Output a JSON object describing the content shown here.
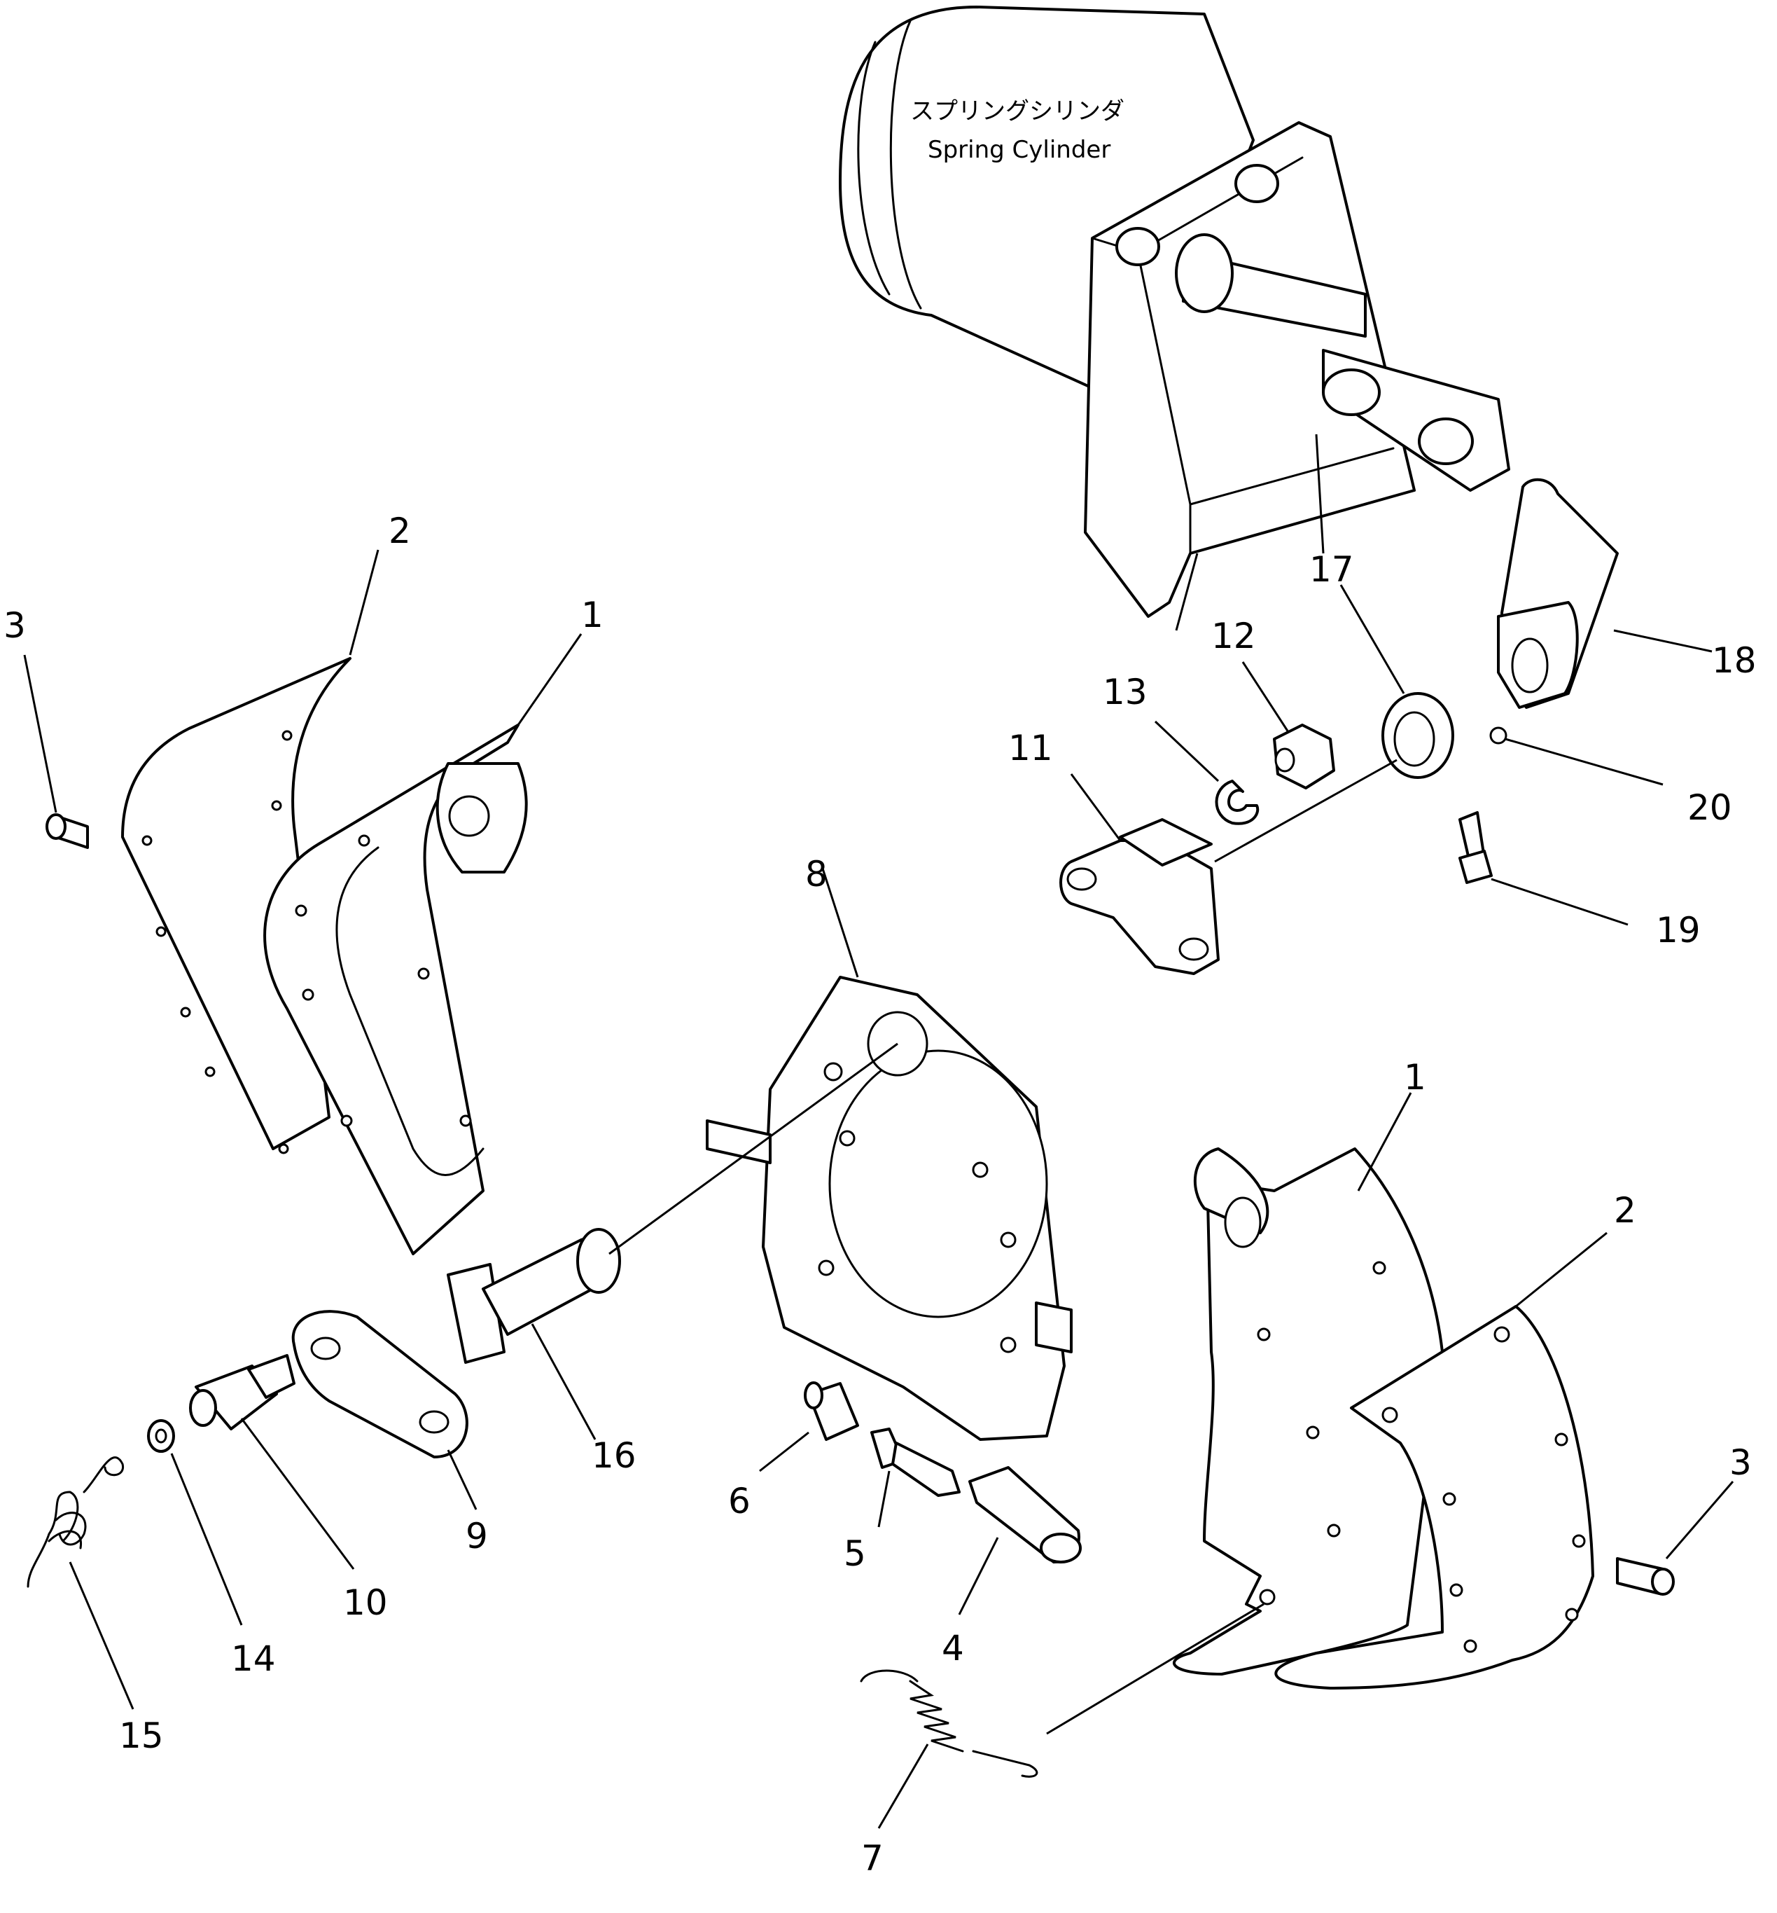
{
  "diagram": {
    "cylinder_label_jp": "スプリングシリンダ",
    "cylinder_label_en": "Spring Cylinder",
    "callouts": [
      {
        "id": "c1a",
        "label": "1"
      },
      {
        "id": "c2a",
        "label": "2"
      },
      {
        "id": "c3a",
        "label": "3"
      },
      {
        "id": "c1b",
        "label": "1"
      },
      {
        "id": "c2b",
        "label": "2"
      },
      {
        "id": "c3b",
        "label": "3"
      },
      {
        "id": "c4",
        "label": "4"
      },
      {
        "id": "c5",
        "label": "5"
      },
      {
        "id": "c6",
        "label": "6"
      },
      {
        "id": "c7",
        "label": "7"
      },
      {
        "id": "c8",
        "label": "8"
      },
      {
        "id": "c9",
        "label": "9"
      },
      {
        "id": "c10",
        "label": "10"
      },
      {
        "id": "c11",
        "label": "11"
      },
      {
        "id": "c12",
        "label": "12"
      },
      {
        "id": "c13",
        "label": "13"
      },
      {
        "id": "c14",
        "label": "14"
      },
      {
        "id": "c15",
        "label": "15"
      },
      {
        "id": "c16",
        "label": "16"
      },
      {
        "id": "c17",
        "label": "17"
      },
      {
        "id": "c18",
        "label": "18"
      },
      {
        "id": "c19",
        "label": "19"
      },
      {
        "id": "c20",
        "label": "20"
      }
    ]
  }
}
